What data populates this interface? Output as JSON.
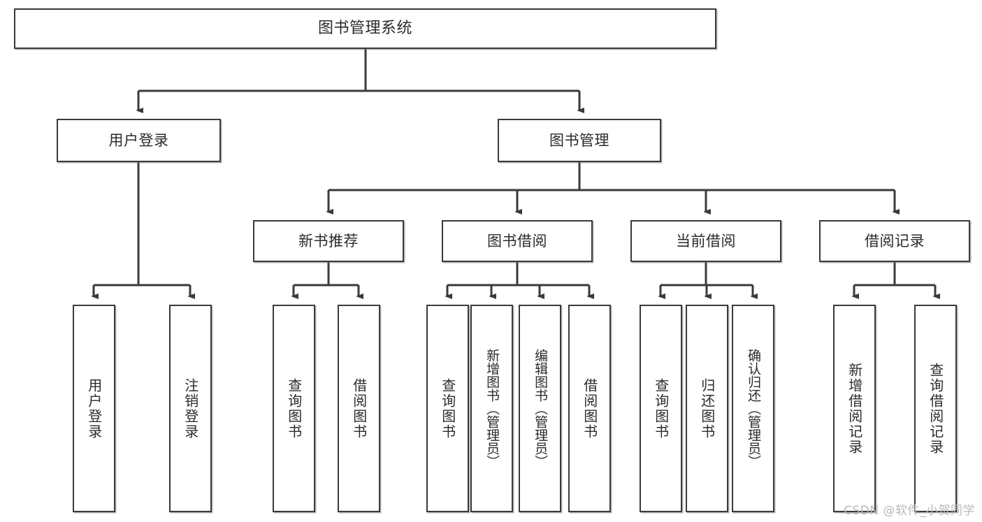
{
  "diagram": {
    "title": "图书管理系统",
    "type": "hierarchy-tree",
    "root": {
      "id": "root",
      "label": "图书管理系统"
    },
    "level2": [
      {
        "id": "user-login",
        "label": "用户登录"
      },
      {
        "id": "book-management",
        "label": "图书管理"
      }
    ],
    "level3": [
      {
        "id": "new-book-recommend",
        "label": "新书推荐"
      },
      {
        "id": "book-borrow",
        "label": "图书借阅"
      },
      {
        "id": "current-borrow",
        "label": "当前借阅"
      },
      {
        "id": "borrow-record",
        "label": "借阅记录"
      }
    ],
    "leaves": [
      {
        "id": "leaf-user-login",
        "label": "用户登录",
        "parent": "user-login"
      },
      {
        "id": "leaf-logout-login",
        "label": "注销登录",
        "parent": "user-login"
      },
      {
        "id": "leaf-query-book-1",
        "label": "查询图书",
        "parent": "new-book-recommend"
      },
      {
        "id": "leaf-borrow-book-1",
        "label": "借阅图书",
        "parent": "new-book-recommend"
      },
      {
        "id": "leaf-query-book-2",
        "label": "查询图书",
        "parent": "book-borrow"
      },
      {
        "id": "leaf-add-book-admin",
        "label": "新增图书（管理员）",
        "parent": "book-borrow"
      },
      {
        "id": "leaf-edit-book-admin",
        "label": "编辑图书（管理员）",
        "parent": "book-borrow"
      },
      {
        "id": "leaf-borrow-book-2",
        "label": "借阅图书",
        "parent": "book-borrow"
      },
      {
        "id": "leaf-query-book-3",
        "label": "查询图书",
        "parent": "current-borrow"
      },
      {
        "id": "leaf-return-book",
        "label": "归还图书",
        "parent": "current-borrow"
      },
      {
        "id": "leaf-confirm-return-admin",
        "label": "确认归还（管理员）",
        "parent": "current-borrow"
      },
      {
        "id": "leaf-add-borrow-record",
        "label": "新增借阅记录",
        "parent": "borrow-record"
      },
      {
        "id": "leaf-query-borrow-record",
        "label": "查询借阅记录",
        "parent": "borrow-record"
      }
    ],
    "watermark": "CSDN @软件_小贺同学",
    "colors": {
      "stroke": "#3a3a3a",
      "fill": "#ffffff",
      "text": "#2b2b2b",
      "watermark": "#b9b9b9"
    }
  }
}
